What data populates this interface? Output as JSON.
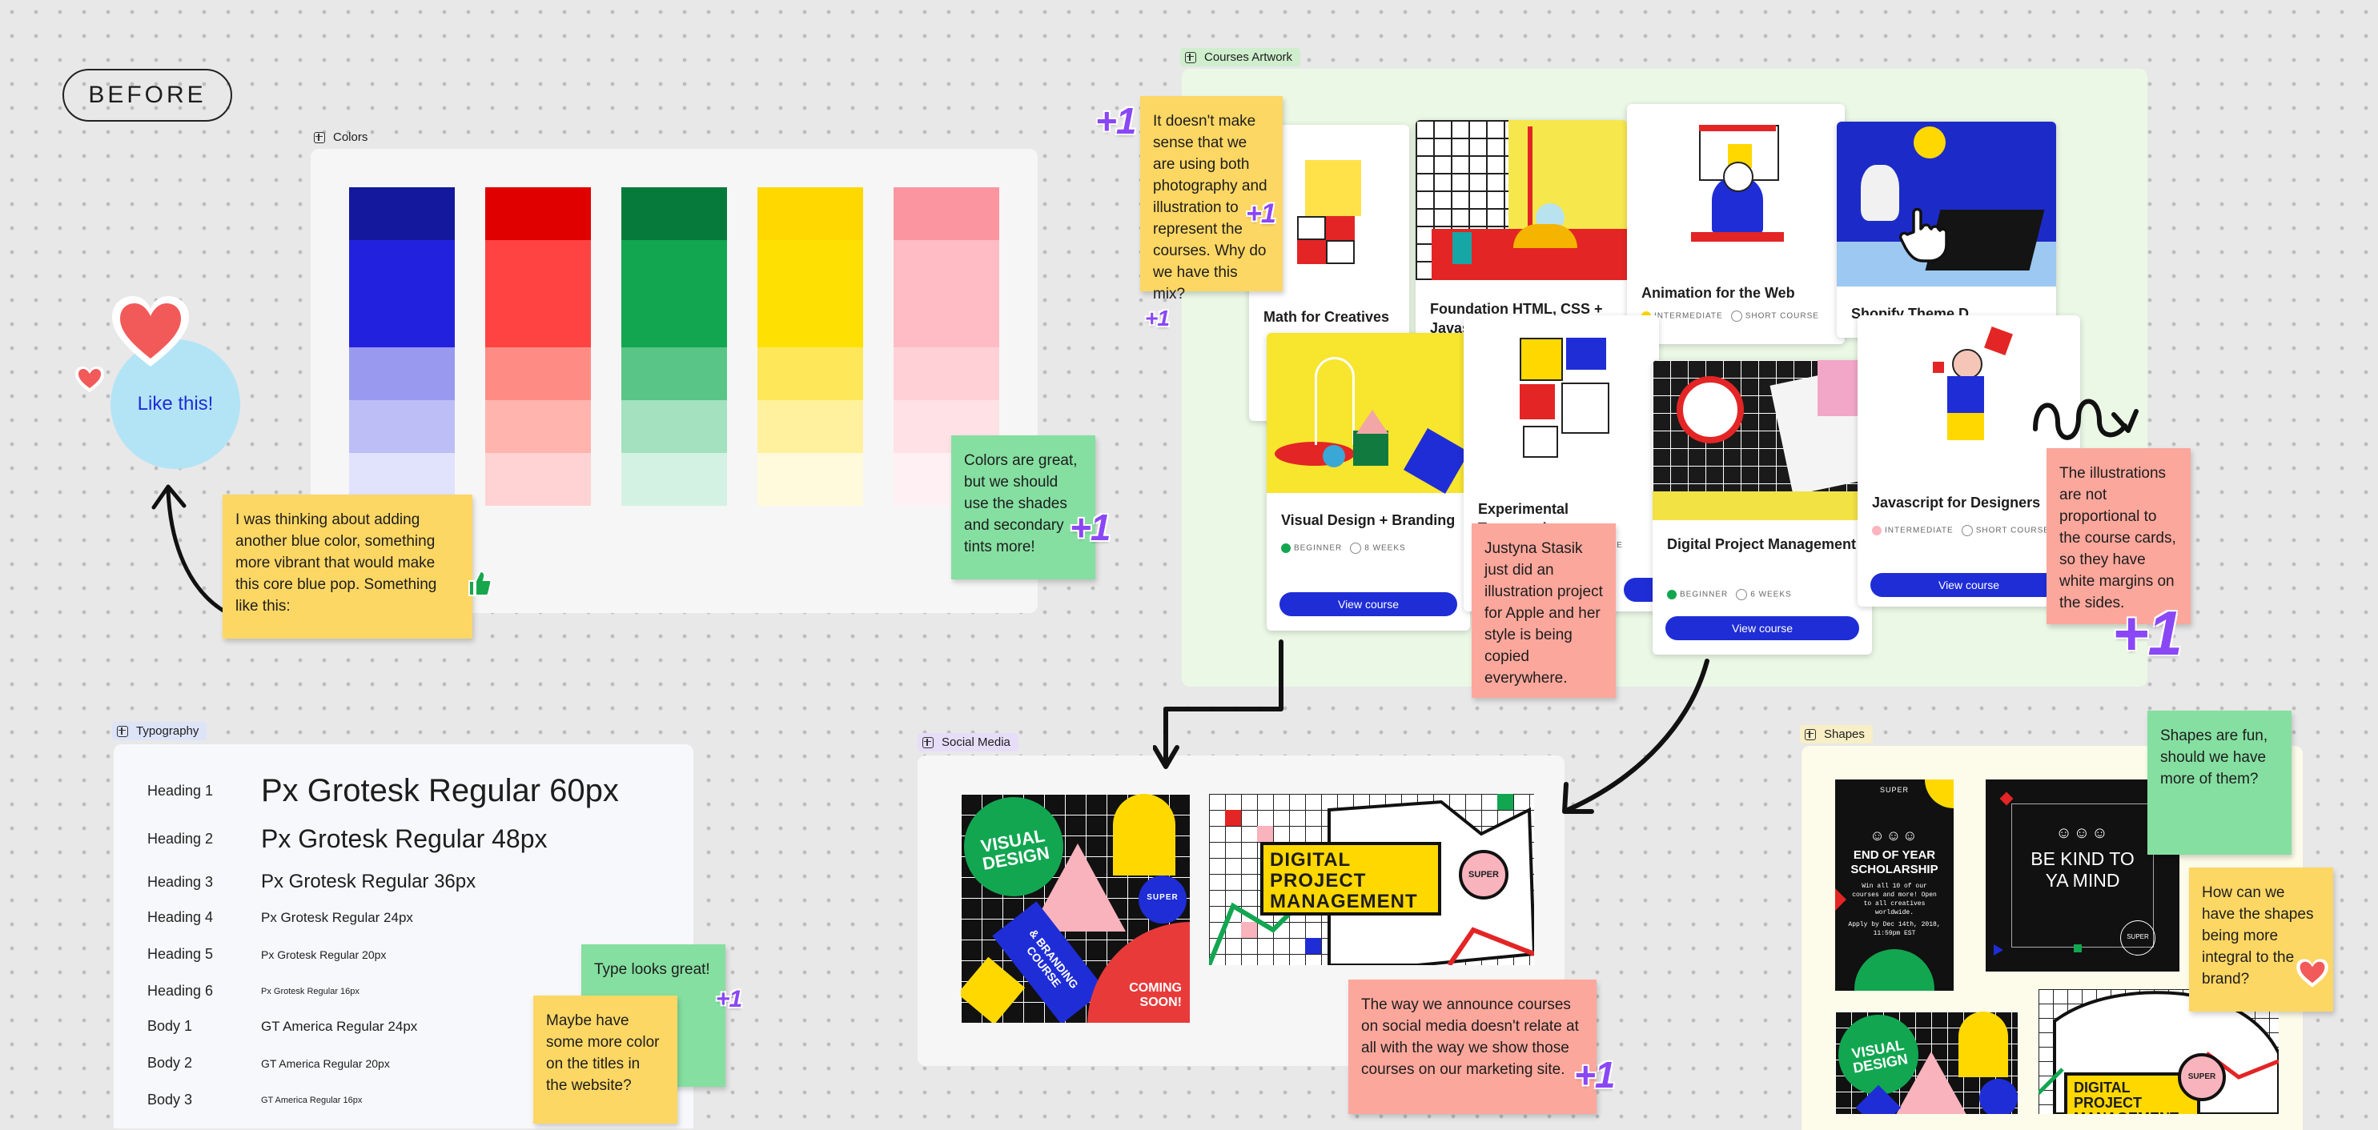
{
  "before_label": "BEFORE",
  "frames": {
    "colors": "Colors",
    "courses": "Courses Artwork",
    "typography": "Typography",
    "social": "Social Media",
    "shapes": "Shapes"
  },
  "palette": {
    "blue": [
      "#13189c",
      "#2222de",
      "#9899ef",
      "#bcbef5",
      "#e1e2fb"
    ],
    "red": [
      "#e00000",
      "#ff4242",
      "#ff8c84",
      "#ffb4ae",
      "#ffd3d3"
    ],
    "green": [
      "#067a3a",
      "#12a651",
      "#59c587",
      "#a3e1bf",
      "#d3f2e3"
    ],
    "yellow": [
      "#ffd800",
      "#ffe003",
      "#ffe75a",
      "#fff19d",
      "#fffadb"
    ],
    "pink": [
      "#fb96a1",
      "#ffbcc5",
      "#ffd1d7",
      "#ffe1e6",
      "#fff1f3"
    ]
  },
  "like_bubble": "Like this!",
  "stickies": {
    "blue_color": "I was thinking about adding another blue color, something more vibrant that would make this core blue pop. Something like this:",
    "shades": "Colors are great, but we should use the shades and secondary tints more!",
    "mix": "It doesn't make sense that we are using both photography and illustration to represent the courses. Why do we have this mix?",
    "stasik": "Justyna Stasik just did an illustration project for Apple and her style is being copied everywhere.",
    "illustrations": "The illustrations are not proportional to the course cards, so they have white margins on the sides.",
    "type_great": "Type looks great!",
    "more_color": "Maybe have some more color on the titles in the website?",
    "social": "The way we announce courses on social media doesn't relate at all with the way we show those courses on our marketing site.",
    "shapes_fun": "Shapes are fun, should we have more of them?",
    "shapes_integral": "How can we have the shapes being more integral to the brand?"
  },
  "plus_one": "+1",
  "courses": {
    "math": {
      "title": "Math for Creatives"
    },
    "foundation": {
      "title": "Foundation HTML, CSS + Javas"
    },
    "animation": {
      "title": "Animation for the Web",
      "level": "INTERMEDIATE",
      "duration": "SHORT COURSE"
    },
    "shopify": {
      "title": "Shopify Theme D"
    },
    "visual": {
      "title": "Visual Design + Branding",
      "level": "BEGINNER",
      "duration": "8 WEEKS",
      "button": "View course"
    },
    "experimental": {
      "title": "Experimental Typography",
      "duration": "COURSE"
    },
    "digital": {
      "title": "Digital Project Management",
      "level": "BEGINNER",
      "duration": "6 WEEKS",
      "button": "View course"
    },
    "javascript": {
      "title": "Javascript for Designers",
      "level": "INTERMEDIATE",
      "duration": "SHORT COURSE",
      "button": "View course"
    }
  },
  "typography": [
    {
      "label": "Heading 1",
      "sample": "Px Grotesk Regular 60px"
    },
    {
      "label": "Heading 2",
      "sample": "Px Grotesk Regular 48px"
    },
    {
      "label": "Heading 3",
      "sample": "Px Grotesk Regular 36px"
    },
    {
      "label": "Heading 4",
      "sample": "Px Grotesk Regular 24px"
    },
    {
      "label": "Heading 5",
      "sample": "Px Grotesk Regular 20px"
    },
    {
      "label": "Heading 6",
      "sample": "Px Grotesk Regular 16px"
    },
    {
      "label": "Body 1",
      "sample": "GT America Regular 24px"
    },
    {
      "label": "Body 2",
      "sample": "GT America Regular 20px"
    },
    {
      "label": "Body 3",
      "sample": "GT America Regular 16px"
    }
  ],
  "social": {
    "visual_design": "VISUAL DESIGN",
    "branding": "& BRANDING COURSE",
    "coming": "COMING SOON!",
    "super": "SUPER",
    "dpm": "DIGITAL PROJECT MANAGEMENT"
  },
  "shapes": {
    "scholarship_title": "END OF YEAR SCHOLARSHIP",
    "scholarship_body": "Win all 10 of our courses and more! Open to all creatives worldwide.",
    "scholarship_apply": "Apply by Dec 14th, 2018, 11:59pm EST",
    "be_kind": "BE KIND TO YA MIND",
    "visual_design": "VISUAL DESIGN",
    "dpm": "DIGITAL PROJECT MANAGEMENT",
    "super": "SUPER"
  },
  "colors": {
    "accent_blue": "#1f2dd6",
    "sticky_yellow": "#fdd764",
    "sticky_green": "#85dfa1",
    "sticky_salmon": "#fca79c",
    "plus_one_purple": "#8a47f5"
  }
}
